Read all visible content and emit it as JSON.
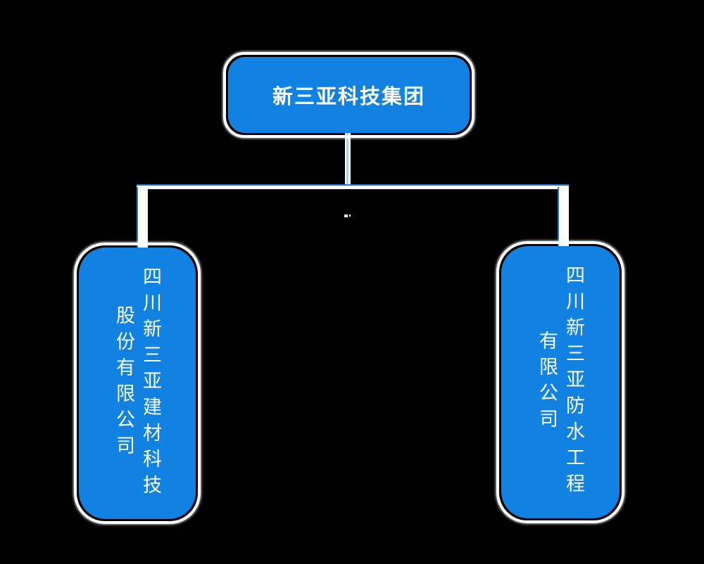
{
  "org_chart": {
    "type": "organization-tree",
    "background_color": "#000000",
    "node_fill_color": "#1182e2",
    "node_outline_color": "#ffffff",
    "text_color": "#ffffff",
    "connector_white": "#ffffff",
    "connector_blue": "#2478c8",
    "connector_light_blue": "#a9d6ef",
    "root": {
      "label": "新三亚科技集团"
    },
    "children": [
      {
        "full_name": "四川新三亚建材科技股份有限公司",
        "lines": [
          "四川新三亚建材科技",
          "股份有限公司"
        ]
      },
      {
        "full_name": "四川新三亚防水工程有限公司",
        "lines": [
          "四川新三亚防水工程",
          "有限公司"
        ]
      }
    ]
  }
}
